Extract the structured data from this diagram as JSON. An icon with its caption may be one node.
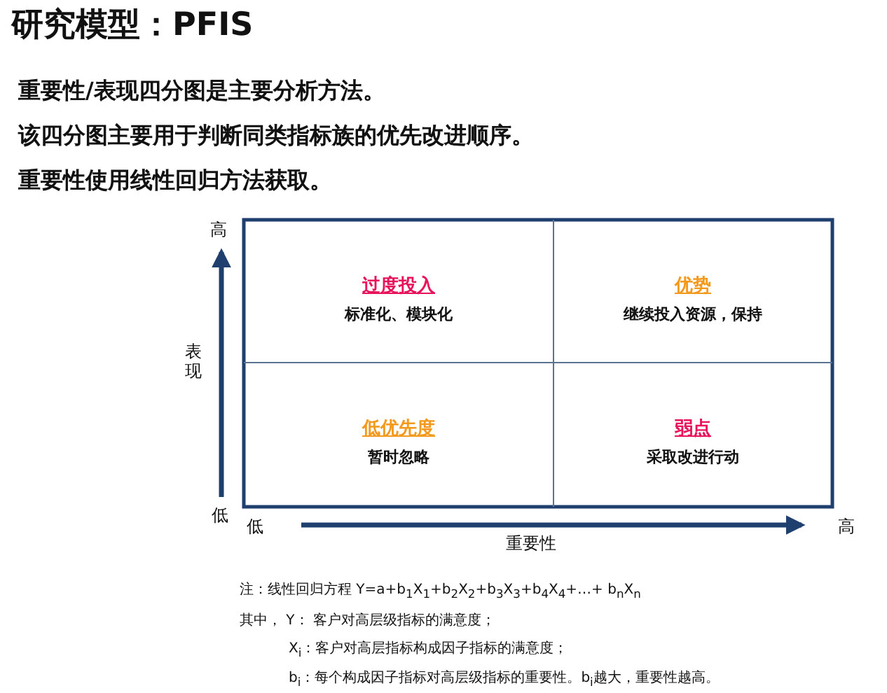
{
  "diagram": {
    "title": "研究模型：PFIS",
    "nodes": [
      {
        "text": [
          "过度投入",
          "标准化、模块化"
        ]
      },
      {
        "text": [
          "优势",
          "继续投入资源，保持"
        ]
      },
      {
        "text": [
          "低优先度",
          "暂时忽略"
        ]
      },
      {
        "text": [
          "弱点",
          "采取改进行动"
        ]
      }
    ],
    "edges": [],
    "labels": [
      "重要性/表现四分图是主要分析方法。",
      "该四分图主要用于判断同类指标族的优先改进顺序。",
      "重要性使用线性回归方法获取。",
      "高",
      "表现",
      "低",
      "低",
      "重要性",
      "高",
      "注：线性回归方程 Y=a+b$_{1}$X$_{1}$+b$_{2}$X$_{2}$+b$_{3}$X$_{3}$+b$_{4}$X$_{4}$+…+ b$_{n}$X$_{n}$",
      "其中， Y： 客户对高层级指标的满意度；",
      "X$_{i}$：客户对高层指标构成因子指标的满意度；",
      "b$_{i}$：每个构成因子指标对高层级指标的重要性。b$_{i}$越大，重要性越高。"
    ]
  }
}
